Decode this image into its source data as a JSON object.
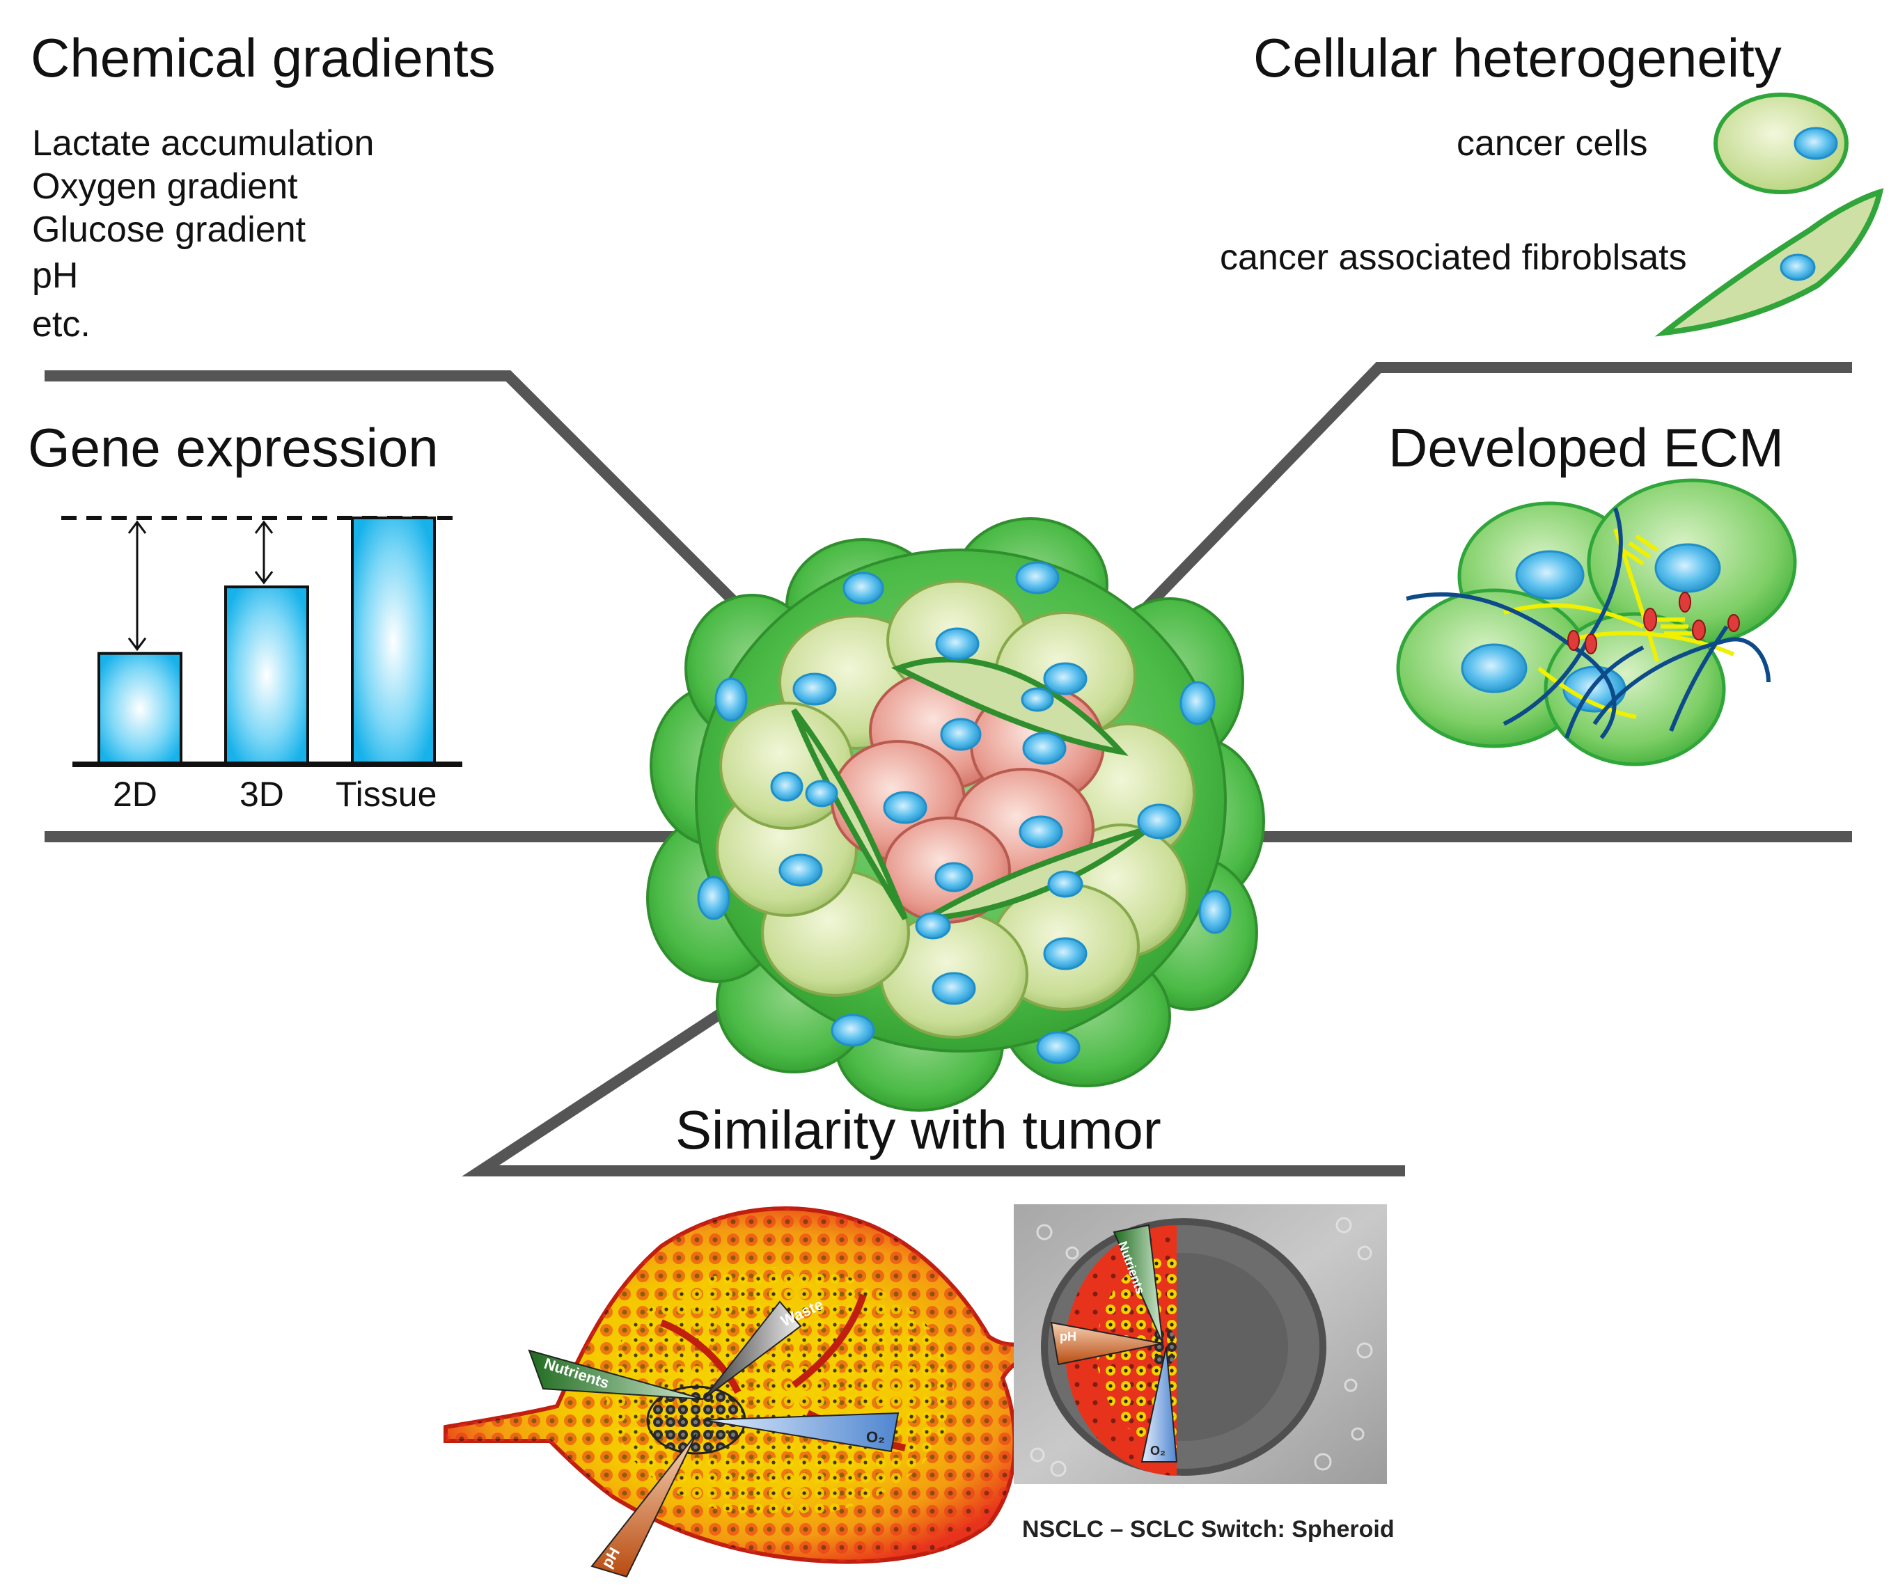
{
  "chemical": {
    "title": "Chemical gradients",
    "items": [
      "Lactate accumulation",
      "Oxygen gradient",
      "Glucose gradient",
      "pH",
      "etc."
    ]
  },
  "cellular": {
    "title": "Cellular heterogeneity",
    "cancer_cells": "cancer cells",
    "caf": "cancer associated fibroblsats"
  },
  "gene": {
    "title": "Gene expression",
    "bars": [
      {
        "label": "2D",
        "value": 0.45
      },
      {
        "label": "3D",
        "value": 0.72
      },
      {
        "label": "Tissue",
        "value": 1.0
      }
    ]
  },
  "ecm": {
    "title": "Developed ECM"
  },
  "similarity": {
    "title": "Similarity with tumor",
    "tumor_labels": {
      "waste": "Waste",
      "nutrients": "Nutrients",
      "o2": "O₂",
      "ph": "pH"
    },
    "spheroid_labels": {
      "nutrients": "Nutrients",
      "ph": "pH",
      "o2": "O₂"
    },
    "caption": "NSCLC – SCLC Switch: Spheroid"
  },
  "colors": {
    "cell_green": "#4cbb47",
    "cell_light": "#c9dd95",
    "cell_pink": "#e89a8e",
    "nucleus": "#3aa6dc",
    "bar_blue": "#29bdf0",
    "frame_gray": "#555555",
    "tumor_red": "#e8331c",
    "tumor_yellow": "#f5d300"
  }
}
